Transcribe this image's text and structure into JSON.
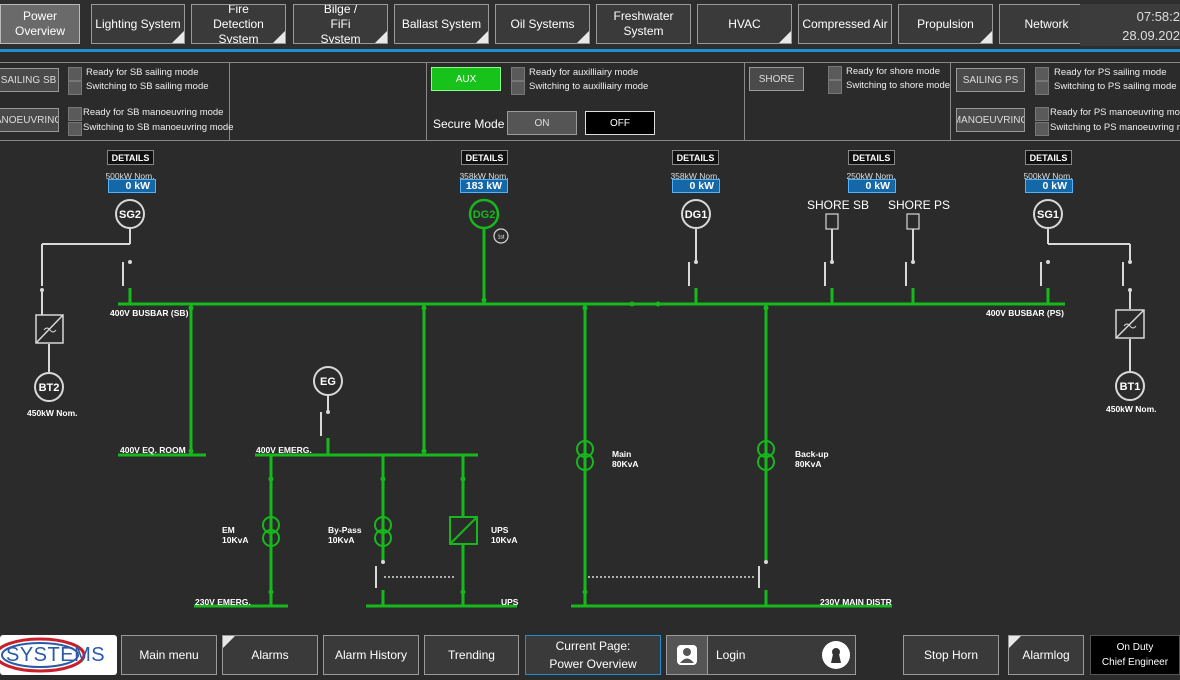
{
  "nav": {
    "tabs": [
      {
        "label": "Power Overview",
        "active": true
      },
      {
        "label": "Lighting System"
      },
      {
        "label": "Fire Detection System"
      },
      {
        "label": "Bilge / FiFi System"
      },
      {
        "label": "Ballast System"
      },
      {
        "label": "Oil Systems"
      },
      {
        "label": "Freshwater System"
      },
      {
        "label": "HVAC"
      },
      {
        "label": "Compressed Air"
      },
      {
        "label": "Propulsion"
      },
      {
        "label": "Network"
      }
    ],
    "time": "07:58:2",
    "date": "28.09.202"
  },
  "modes": {
    "sailing_sb_btn": "SAILING SB",
    "sailing_sb_ready": "Ready for SB sailing mode",
    "sailing_sb_switch": "Switching to SB sailing mode",
    "manoeuvring_sb_btn": "ANOEUVRING",
    "manoeuvring_sb_ready": "Ready for SB manoeuvring mode",
    "manoeuvring_sb_switch": "Switching to SB manoeuvring mode",
    "aux_btn": "AUX",
    "aux_ready": "Ready for auxilliairy mode",
    "aux_switch": "Switching to auxilliairy mode",
    "secure_mode_label": "Secure Mode",
    "secure_on": "ON",
    "secure_off": "OFF",
    "shore_btn": "SHORE",
    "shore_ready": "Ready for shore mode",
    "shore_switch": "Switching to shore mode",
    "sailing_ps_btn": "SAILING PS",
    "sailing_ps_ready": "Ready for PS sailing mode",
    "sailing_ps_switch": "Switching to PS sailing mode",
    "manoeuvring_ps_btn": "MANOEUVRING",
    "manoeuvring_ps_ready": "Ready for PS manoeuvring mode",
    "manoeuvring_ps_switch": "Switching to PS manoeuvring mo"
  },
  "diagram": {
    "details_label": "DETAILS",
    "sg2": {
      "name": "SG2",
      "nominal": "500kW Nom.",
      "power": "0 kW"
    },
    "dg2": {
      "name": "DG2",
      "nominal": "358kW Nom.",
      "power": "183 kW",
      "badge": "1st"
    },
    "dg1": {
      "name": "DG1",
      "nominal": "358kW Nom.",
      "power": "0 kW"
    },
    "shore": {
      "nominal": "250kW Nom.",
      "power": "0 kW",
      "sb_label": "SHORE SB",
      "ps_label": "SHORE PS"
    },
    "sg1": {
      "name": "SG1",
      "nominal": "500kW Nom.",
      "power": "0 kW"
    },
    "bt2": {
      "name": "BT2",
      "nominal": "450kW Nom."
    },
    "bt1": {
      "name": "BT1",
      "nominal": "450kW Nom."
    },
    "eg": {
      "name": "EG"
    },
    "busbar_sb": "400V BUSBAR (SB)",
    "busbar_ps": "400V BUSBAR (PS)",
    "eq_room": "400V EQ. ROOM",
    "emerg_400": "400V EMERG.",
    "emerg_230": "230V EMERG.",
    "ups_bus": "UPS",
    "main_distr": "230V MAIN DISTR",
    "tr_main": {
      "name": "Main",
      "rating": "80KvA"
    },
    "tr_backup": {
      "name": "Back-up",
      "rating": "80KvA"
    },
    "tr_em": {
      "name": "EM",
      "rating": "10KvA"
    },
    "tr_bypass": {
      "name": "By-Pass",
      "rating": "10KvA"
    },
    "tr_ups": {
      "name": "UPS",
      "rating": "10KvA"
    }
  },
  "bottom": {
    "logo": "SYSTEMS",
    "main_menu": "Main menu",
    "alarms": "Alarms",
    "alarm_history": "Alarm History",
    "trending": "Trending",
    "current_page_label": "Current Page:",
    "current_page": "Power Overview",
    "login": "Login",
    "stop_horn": "Stop Horn",
    "alarmlog": "Alarmlog",
    "on_duty_label": "On Duty",
    "on_duty_role": "Chief Engineer"
  },
  "colors": {
    "bus": "#16b81c",
    "accent": "#1f8fcf",
    "background": "#2b2b2b"
  }
}
